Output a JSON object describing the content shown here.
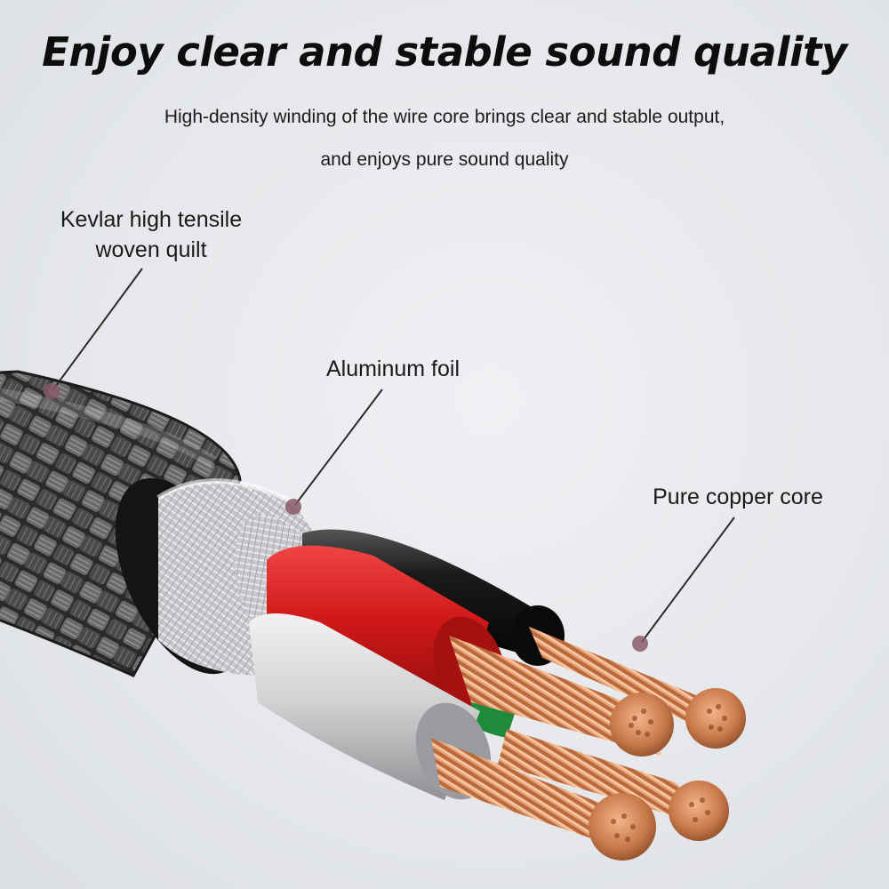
{
  "headline": "Enjoy clear and stable sound quality",
  "subtitle_line_1": "High-density winding of the wire core brings clear and stable output,",
  "subtitle_line_2": "and enjoys pure sound quality",
  "callouts": {
    "kevlar_line_1": "Kevlar high tensile",
    "kevlar_line_2": "woven quilt",
    "foil": "Aluminum foil",
    "copper": "Pure copper core"
  },
  "colors": {
    "background": "#e6e8eb",
    "braid": "#3a3a3a",
    "foil": "#c9cacd",
    "red_insulation": "#d01818",
    "black_insulation": "#151515",
    "white_insulation": "#cfcfd1",
    "green_insulation": "#1f8a3a",
    "copper": "#c8784a",
    "callout_dot": "#8a5a6a"
  },
  "icons": {
    "callout_marker": "callout-dot-icon"
  }
}
